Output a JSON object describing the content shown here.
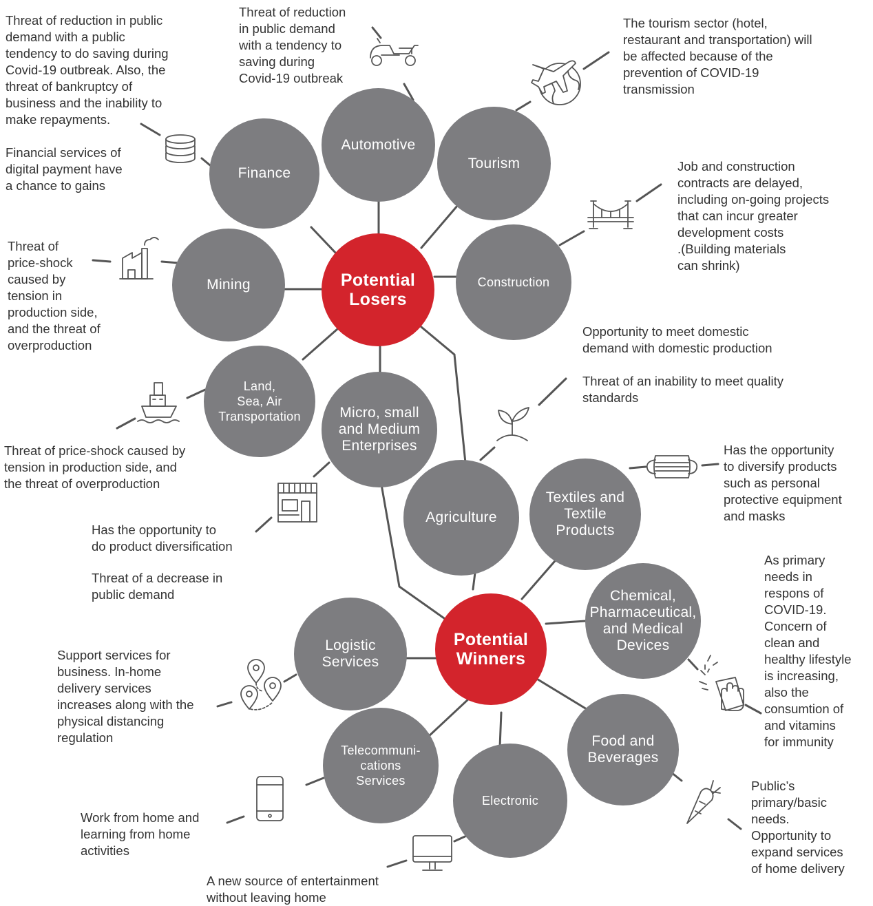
{
  "hubs": {
    "losers": "Potential\nLosers",
    "winners": "Potential\nWinners"
  },
  "sectors": {
    "finance": "Finance",
    "automotive": "Automotive",
    "tourism": "Tourism",
    "construction": "Construction",
    "mining": "Mining",
    "transportation": "Land,\nSea, Air\nTransportation",
    "msme": "Micro, small\nand Medium\nEnterprises",
    "agriculture": "Agriculture",
    "textiles": "Textiles and\nTextile\nProducts",
    "chemical": "Chemical,\nPharmaceutical,\nand Medical\nDevices",
    "logistic": "Logistic\nServices",
    "food": "Food and\nBeverages",
    "telecom": "Telecommuni-\ncations\nServices",
    "electronic": "Electronic"
  },
  "notes": {
    "finance_threat": "Threat of reduction in public\ndemand with a public\ntendency to do saving during\nCovid-19 outbreak. Also, the\nthreat of bankruptcy of\nbusiness and the inability to\nmake repayments.",
    "finance_gain": "Financial services of\ndigital payment have\na chance to gains",
    "automotive": "Threat of reduction\nin public demand\nwith a tendency to\nsaving during\nCovid-19 outbreak",
    "tourism": "The tourism sector (hotel,\nrestaurant and transportation) will\nbe affected because of the\nprevention of COVID-19\ntransmission",
    "construction": "Job and construction\ncontracts are delayed,\nincluding on-going projects\nthat can incur greater\ndevelopment costs\n.(Building materials\ncan shrink)",
    "mining": "Threat of\nprice-shock\ncaused by\ntension in\nproduction side,\nand the threat of\noverproduction",
    "transportation": "Threat of price-shock caused by\ntension in production side, and\nthe threat of overproduction",
    "msme_opportunity": "Has the opportunity to\ndo product diversification",
    "msme_threat": "Threat of a decrease in\npublic demand",
    "agriculture_opportunity": "Opportunity to meet domestic\ndemand with domestic production",
    "agriculture_threat": "Threat of an inability to meet quality\nstandards",
    "textiles": "Has the opportunity\nto diversify products\nsuch as personal\nprotective equipment\nand masks",
    "chemical": "As primary\nneeds in\nrespons of\nCOVID-19.\nConcern of\nclean and\nhealthy lifestyle\nis increasing,\nalso the\nconsumtion of\nand vitamins\nfor immunity",
    "logistic": "Support services for\nbusiness. In-home\ndelivery services\nincreases along with the\nphysical distancing\nregulation",
    "food": "Public’s\nprimary/basic\nneeds.\nOpportunity to\nexpand services\nof home delivery",
    "telecom": "Work from home and\nlearning from home\nactivities",
    "electronic": "A new source of entertainment\nwithout leaving home"
  },
  "colors": {
    "hub": "#d3242c",
    "sector": "#7d7d80",
    "line": "#555555",
    "icon": "#555555"
  },
  "icons": [
    "coins-icon",
    "scooter-icon",
    "plane-globe-icon",
    "bridge-icon",
    "factory-icon",
    "ship-icon",
    "market-stall-icon",
    "sprout-icon",
    "mask-icon",
    "cleaning-hand-icon",
    "map-pins-icon",
    "carrot-icon",
    "smartphone-icon",
    "monitor-icon"
  ]
}
